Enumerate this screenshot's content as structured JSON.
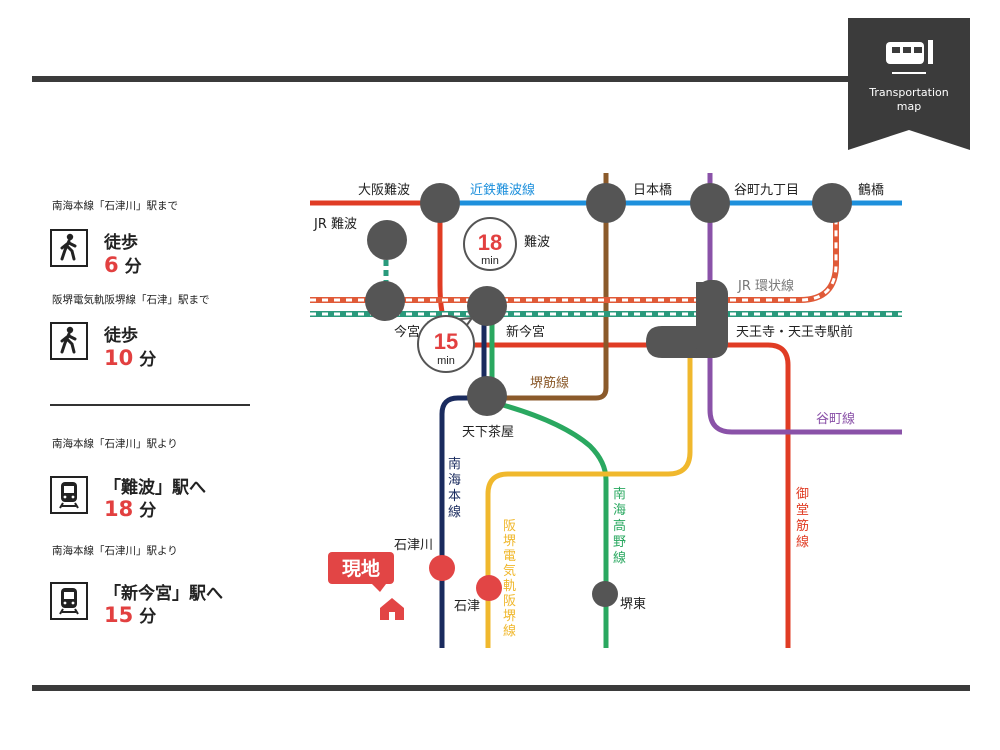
{
  "badge": {
    "line1": "Transportation",
    "line2": "map"
  },
  "left_panel": {
    "walk_items": [
      {
        "note": "南海本線「石津川」駅まで",
        "label": "徒歩",
        "value": "6",
        "unit": "分"
      },
      {
        "note": "阪堺電気軌阪堺線「石津」駅まで",
        "label": "徒歩",
        "value": "10",
        "unit": "分"
      }
    ],
    "train_items": [
      {
        "note": "南海本線「石津川」駅より",
        "label": "「難波」駅へ",
        "value": "18",
        "unit": "分"
      },
      {
        "note": "南海本線「石津川」駅より",
        "label": "「新今宮」駅へ",
        "value": "15",
        "unit": "分"
      }
    ]
  },
  "map": {
    "stations": {
      "osaka_namba": "大阪難波",
      "nipponbashi": "日本橋",
      "tanimachi9": "谷町九丁目",
      "tsuruhashi": "鶴橋",
      "jr_namba": "JR 難波",
      "namba": "難波",
      "imamiya": "今宮",
      "shin_imamiya": "新今宮",
      "tennoji": "天王寺・天王寺駅前",
      "tengachaya": "天下茶屋",
      "ishizugawa": "石津川",
      "ishizu": "石津",
      "sakaihigashi": "堺東"
    },
    "lines": {
      "kintetsu": "近鉄難波線",
      "jr_loop": "JR 環状線",
      "sakaisuji": "堺筋線",
      "tanimachi": "谷町線",
      "nankai_main": "南海本線",
      "nankai_koya": "南海高野線",
      "hankai": "阪堺電気軌阪堺線",
      "midosuji": "御堂筋線"
    },
    "badges": {
      "to_namba": {
        "value": "18",
        "unit": "min"
      },
      "to_shin_imamiya": {
        "value": "15",
        "unit": "min"
      }
    },
    "current_location": "現地"
  },
  "colors": {
    "red": "#e03c24",
    "blue": "#1e90dc",
    "brown": "#8b5a2b",
    "purple": "#8a52a8",
    "navy": "#1a2b5e",
    "green": "#2aa860",
    "yellow": "#f0b82d",
    "teal": "#2a9a7c",
    "jr_loop": "#e05a38",
    "station": "#555555",
    "accent": "#e24545"
  }
}
